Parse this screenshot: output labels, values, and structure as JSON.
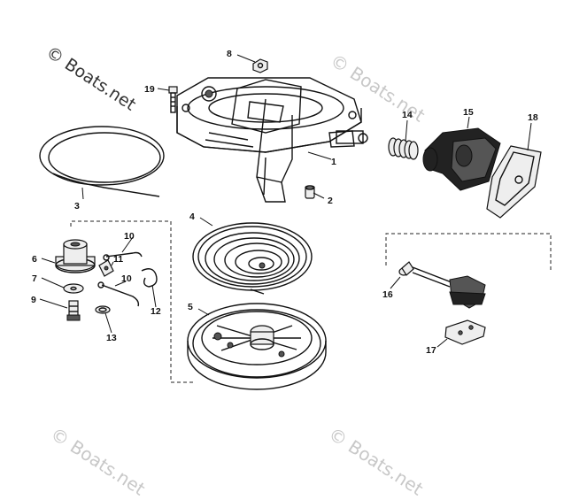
{
  "watermarks": {
    "main": "© Boats.net",
    "faint": "© Boats.net"
  },
  "callouts": [
    "1",
    "2",
    "3",
    "4",
    "5",
    "6",
    "7",
    "8",
    "9",
    "10",
    "10",
    "11",
    "12",
    "13",
    "14",
    "15",
    "16",
    "17",
    "18",
    "19"
  ]
}
